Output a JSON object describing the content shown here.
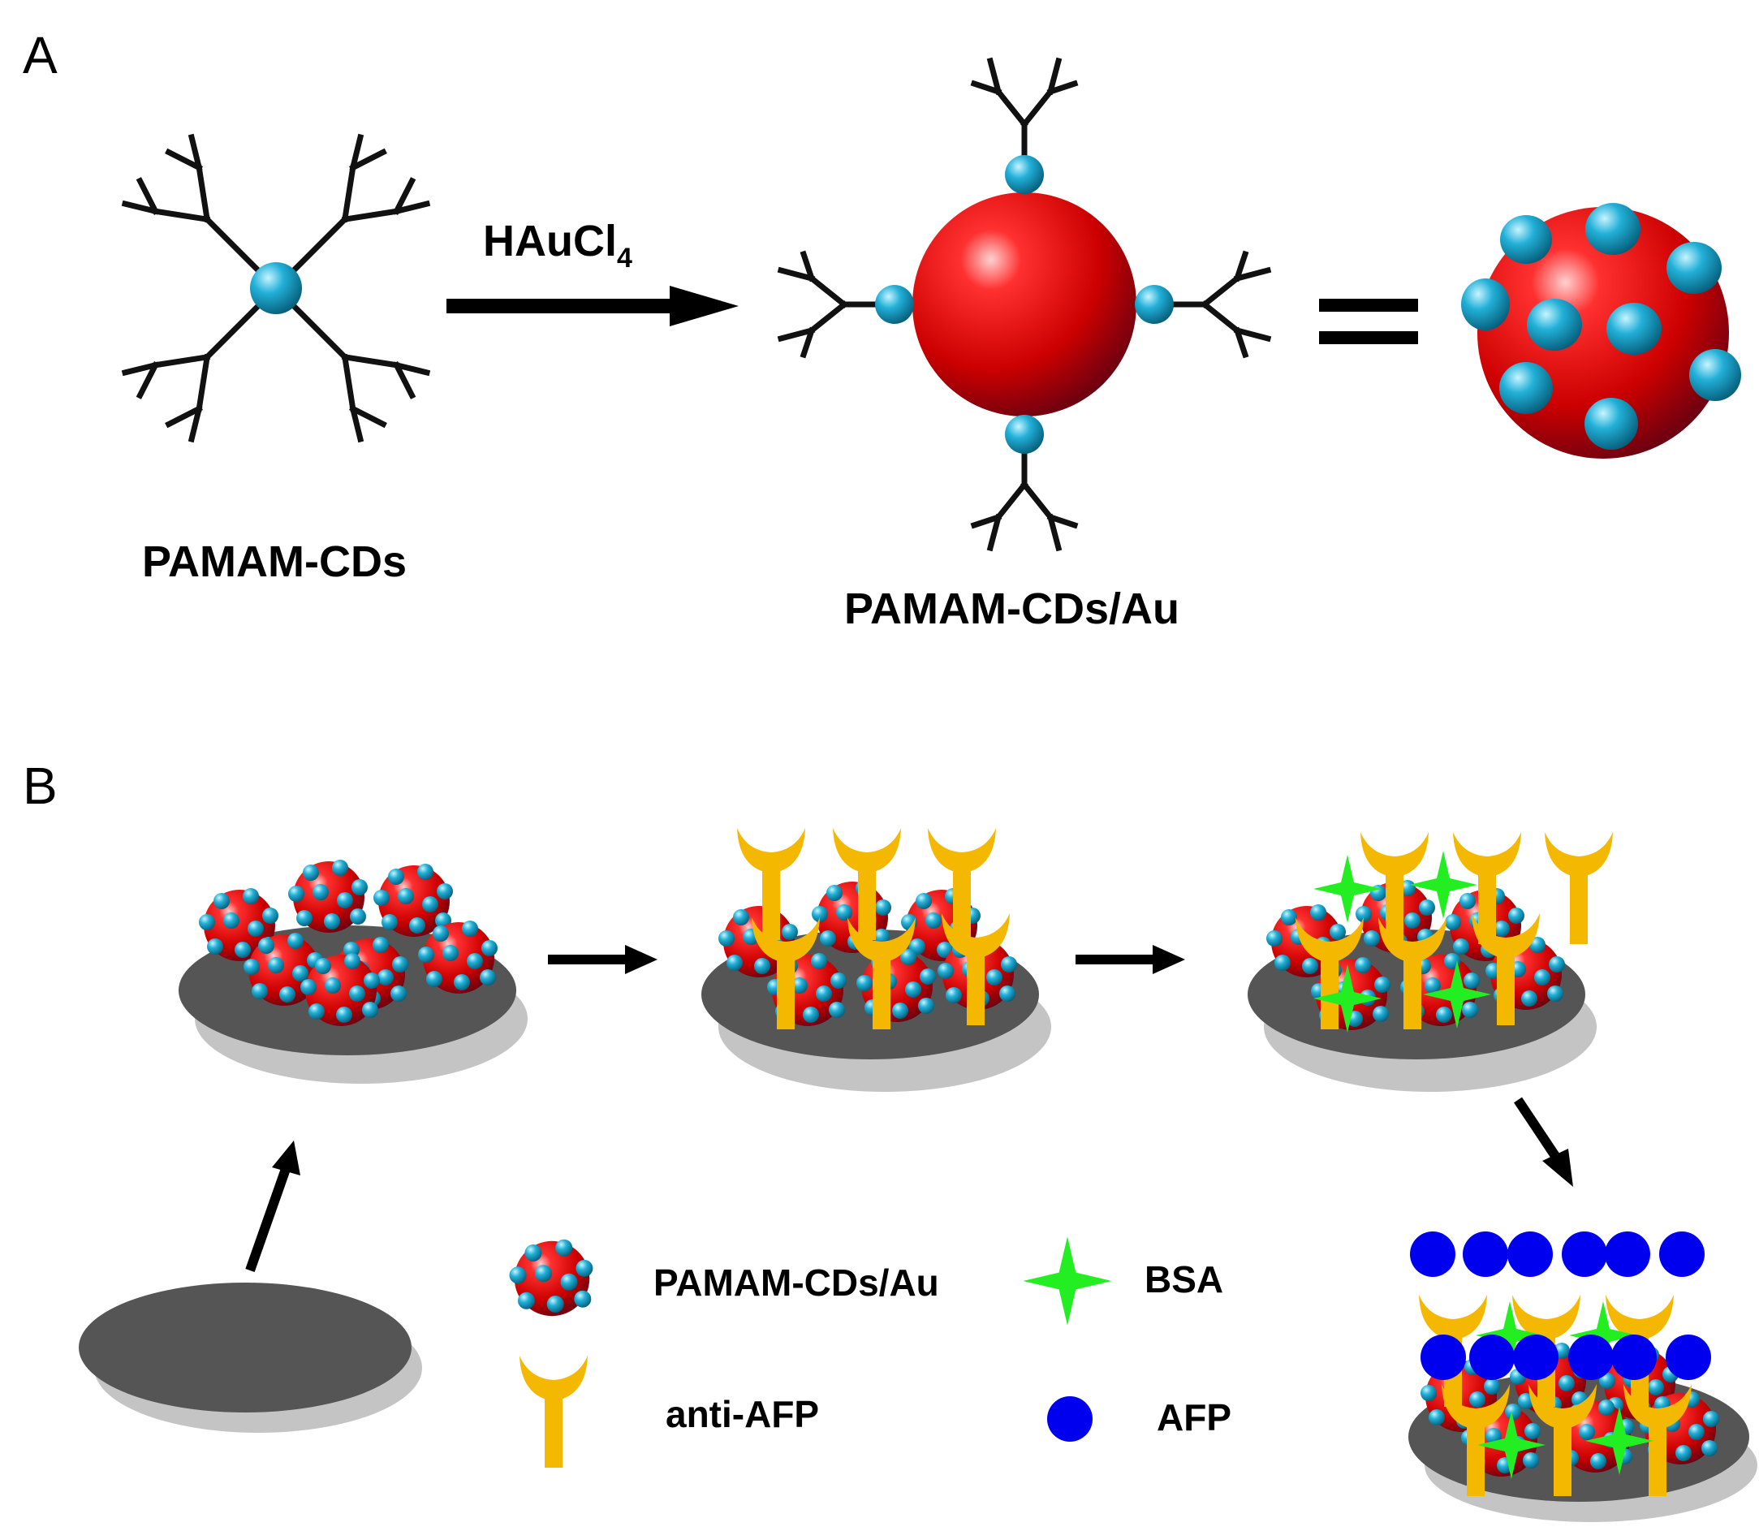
{
  "panel_a": {
    "label": "A",
    "reagent": "HAuCl",
    "reagent_subscript": "4",
    "left_product": "PAMAM-CDs",
    "right_product": "PAMAM-CDs/Au",
    "equals_sign": "="
  },
  "panel_b": {
    "label": "B"
  },
  "legend": {
    "nanoparticle": "PAMAM-CDs/Au",
    "antibody": "anti-AFP",
    "blocker": "BSA",
    "antigen": "AFP"
  },
  "colors": {
    "gold_core": "#d40000",
    "carbon_dot": "#1aa6c8",
    "antibody": "#f5b800",
    "bsa": "#22ee22",
    "afp": "#0000ee",
    "electrode": "#555555",
    "electrode_shadow": "#c4c4c4",
    "dendron": "#111111"
  }
}
